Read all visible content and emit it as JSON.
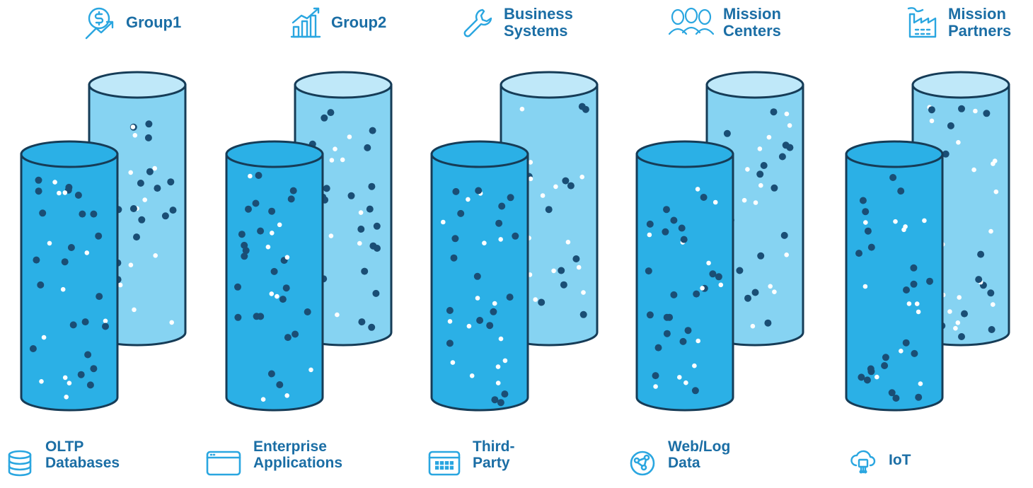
{
  "top_groups": [
    {
      "name": "Group1",
      "line1": "Group1",
      "line2": "",
      "icon": "money-growth-icon"
    },
    {
      "name": "Group2",
      "line1": "Group2",
      "line2": "",
      "icon": "bar-chart-growth-icon"
    },
    {
      "name": "Business Systems",
      "line1": "Business",
      "line2": "Systems",
      "icon": "wrench-icon"
    },
    {
      "name": "Mission Centers",
      "line1": "Mission",
      "line2": "Centers",
      "icon": "people-group-icon"
    },
    {
      "name": "Mission Partners",
      "line1": "Mission",
      "line2": "Partners",
      "icon": "factory-icon"
    }
  ],
  "bottom_sources": [
    {
      "name": "OLTP Databases",
      "line1": "OLTP",
      "line2": "Databases",
      "icon": "database-icon"
    },
    {
      "name": "Enterprise Applications",
      "line1": "Enterprise",
      "line2": "Applications",
      "icon": "app-window-icon"
    },
    {
      "name": "Third-Party",
      "line1": "Third-",
      "line2": "Party",
      "icon": "calendar-grid-icon"
    },
    {
      "name": "Web/Log Data",
      "line1": "Web/Log",
      "line2": "Data",
      "icon": "globe-network-icon"
    },
    {
      "name": "IoT",
      "line1": "IoT",
      "line2": "",
      "icon": "cloud-chip-icon"
    }
  ],
  "colors": {
    "label_text": "#1b6ea5",
    "front_cylinder": "#2bb0e6",
    "back_cylinder": "#86d3f2",
    "cylinder_top_back": "#bfe8f9",
    "outline": "#163c57",
    "dark_dot": "#1a4e75",
    "light_dot": "#ffffff",
    "icon": "#2aa6e0"
  }
}
